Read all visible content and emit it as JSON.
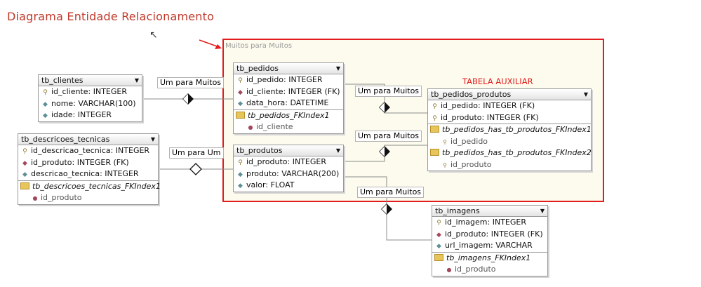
{
  "title": "Diagrama Entidade Relacionamento",
  "frame_label": "Muitos para Muitos",
  "aux_label": "TABELA AUXILIAR",
  "colors": {
    "frame": "#e01c1c",
    "title": "#c0392b",
    "frame_bg": "#fdfbee"
  },
  "tables": {
    "tb_clientes": {
      "name": "tb_clientes",
      "columns": [
        {
          "icon": "key-icon",
          "text": "id_cliente: INTEGER"
        },
        {
          "icon": "column-icon",
          "text": "nome: VARCHAR(100)"
        },
        {
          "icon": "column-icon",
          "text": "idade: INTEGER"
        }
      ]
    },
    "tb_descricoes_tecnicas": {
      "name": "tb_descricoes_tecnicas",
      "columns": [
        {
          "icon": "key-icon",
          "text": "id_descricao_tecnica: INTEGER"
        },
        {
          "icon": "fk-icon",
          "text": "id_produto: INTEGER (FK)"
        },
        {
          "icon": "column-icon",
          "text": "descricao_tecnica: INTEGER"
        }
      ],
      "index": "tb_descricoes_tecnicas_FKIndex1",
      "index_items": [
        "id_produto"
      ]
    },
    "tb_pedidos": {
      "name": "tb_pedidos",
      "columns": [
        {
          "icon": "key-icon",
          "text": "id_pedido: INTEGER"
        },
        {
          "icon": "fk-icon",
          "text": "id_cliente: INTEGER (FK)"
        },
        {
          "icon": "column-icon",
          "text": "data_hora: DATETIME"
        }
      ],
      "index": "tb_pedidos_FKIndex1",
      "index_items": [
        "id_cliente"
      ]
    },
    "tb_produtos": {
      "name": "tb_produtos",
      "columns": [
        {
          "icon": "key-icon",
          "text": "id_produto: INTEGER"
        },
        {
          "icon": "column-icon",
          "text": "produto: VARCHAR(200)"
        },
        {
          "icon": "column-icon",
          "text": "valor: FLOAT"
        }
      ]
    },
    "tb_pedidos_produtos": {
      "name": "tb_pedidos_produtos",
      "columns": [
        {
          "icon": "key-icon",
          "text": "id_pedido: INTEGER (FK)"
        },
        {
          "icon": "key-icon",
          "text": "id_produto: INTEGER (FK)"
        }
      ],
      "index": "tb_pedidos_has_tb_produtos_FKIndex1",
      "index_items": [
        "id_pedido"
      ],
      "index2": "tb_pedidos_has_tb_produtos_FKIndex2",
      "index2_items": [
        "id_produto"
      ]
    },
    "tb_imagens": {
      "name": "tb_imagens",
      "columns": [
        {
          "icon": "key-icon",
          "text": "id_imagem: INTEGER"
        },
        {
          "icon": "fk-icon",
          "text": "id_produto: INTEGER (FK)"
        },
        {
          "icon": "column-icon",
          "text": "url_imagem: VARCHAR"
        }
      ],
      "index": "tb_imagens_FKIndex1",
      "index_items": [
        "id_produto"
      ]
    }
  },
  "relationships": {
    "clientes_pedidos": "Um para Muitos",
    "produtos_descricoes": "Um para Um",
    "pedidos_aux": "Um para Muitos",
    "produtos_aux": "Um para Muitos",
    "produtos_imagens": "Um para Muitos"
  }
}
